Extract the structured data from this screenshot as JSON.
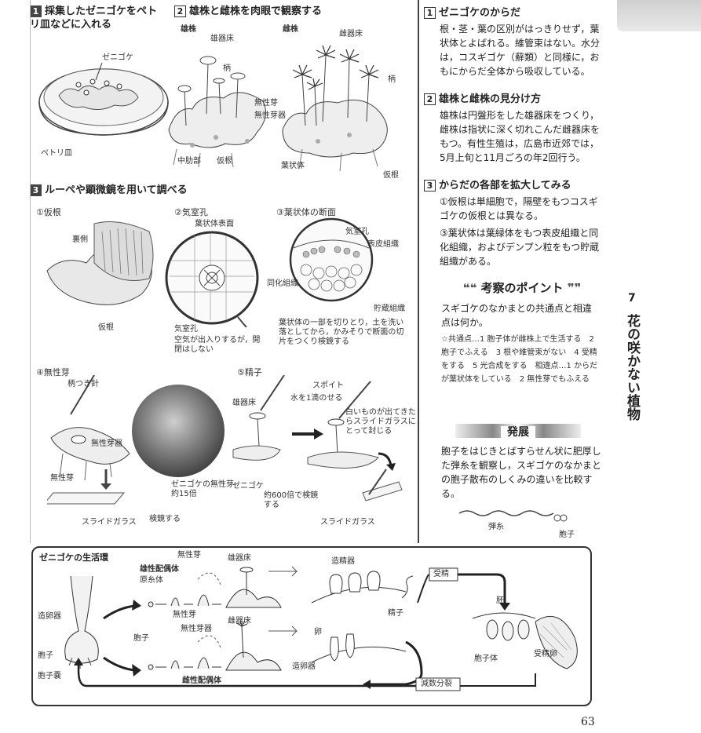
{
  "steps": {
    "s1": {
      "num": "1",
      "title": "採集したゼニゴケをペトリ皿などに入れる",
      "labels": {
        "zenigoke": "ゼニゴケ",
        "petri": "ペトリ皿"
      }
    },
    "s2": {
      "num": "2",
      "title": "雄株と雌株を肉眼で観察する",
      "male": "雄株",
      "female": "雌株",
      "labels": {
        "male_receptacle": "雄器床",
        "stalk": "柄",
        "midrib": "中肋部",
        "rhizoid": "仮根",
        "female_receptacle": "雌器床",
        "stalk2": "柄",
        "gemmae": "無性芽",
        "gemma_cup": "無性芽器",
        "thallus": "葉状体",
        "rhizoid2": "仮根"
      }
    },
    "s3": {
      "num": "3",
      "title": "ルーペや顕微鏡を用いて調べる",
      "sub1": "①仮根",
      "sub1_labels": {
        "back": "裏側",
        "rhizoid": "仮根"
      },
      "sub2": "②気室孔",
      "sub2_labels": {
        "surface": "葉状体表面",
        "pore": "気室孔",
        "note": "空気が出入りするが，開閉はしない"
      },
      "sub3": "③葉状体の断面",
      "sub3_labels": {
        "pore": "気室孔",
        "epidermis": "表皮組織",
        "assim": "同化組織",
        "storage": "貯蔵組織",
        "note": "葉状体の一部を切りとり，土を洗い落としてから，かみそりで断面の切片をつくり検鏡する"
      },
      "sub4": "④無性芽",
      "sub4_labels": {
        "needle": "柄つき針",
        "gemma_cup": "無性芽器",
        "gemmae": "無性芽",
        "slide": "スライドガラス",
        "observe": "検鏡する",
        "photo_caption": "ゼニゴケの無性芽　約15倍"
      },
      "sub5": "⑤精子",
      "sub5_labels": {
        "male_receptacle": "雄器床",
        "pipette": "スポイト",
        "water": "水を1滴のせる",
        "white": "白いものが出てきたらスライドガラスにとって封じる",
        "zenigoke": "ゼニゴケ",
        "mag": "約600倍で検鏡する",
        "slide": "スライドガラス"
      }
    }
  },
  "right": {
    "r1": {
      "num": "1",
      "title": "ゼニゴケのからだ",
      "body": "根・茎・葉の区別がはっきりせず，葉状体とよばれる。維管束はない。水分は，コスギゴケ（蘚類）と同様に，おもにからだ全体から吸収している。"
    },
    "r2": {
      "num": "2",
      "title": "雄株と雌株の見分け方",
      "body": "雄株は円盤形をした雄器床をつくり，雌株は指状に深く切れこんだ雌器床をもつ。有性生殖は，広島市近郊では，5月上旬と11月ごろの年2回行う。"
    },
    "r3": {
      "num": "3",
      "title": "からだの各部を拡大してみる",
      "items": [
        "①仮根は単細胞で，隔壁をもつコスギゴケの仮根とは異なる。",
        "③葉状体は葉緑体をもつ表皮組織と同化組織，およびデンプン粒をもつ貯蔵組織がある。"
      ]
    },
    "kousatsu": {
      "title": "考察のポイント",
      "question": "スギゴケのなかまとの共通点と相違点は何か。",
      "answer": "☆共通点…1 胞子体が雌株上で生活する　2 胞子でふえる　3 根や維管束がない　4 受精をする　5 光合成をする　相違点…1 からだが葉状体をしている　2 無性芽でもふえる"
    },
    "hatten": {
      "title": "発展",
      "body": "胞子をはじきとばすらせん状に肥厚した弾糸を観察し，スギゴケのなかまとの胞子散布のしくみの違いを比較する。",
      "labels": {
        "elater": "弾糸",
        "spore": "胞子"
      }
    }
  },
  "side": {
    "chapter": "7",
    "title": "花の咲かない植物"
  },
  "lifecycle": {
    "title": "ゼニゴケの生活環",
    "labels": {
      "gemmae": "無性芽",
      "male_gameto": "雄性配偶体",
      "protonema": "原糸体",
      "male_receptacle": "雄器床",
      "antheridium": "造精器",
      "fert": "受精",
      "gemmae2": "無性芽",
      "gemma_cup": "無性芽器",
      "female_receptacle": "雌器床",
      "sperm": "精子",
      "egg": "卵",
      "archegonium": "造卵器",
      "spore": "胞子",
      "female_gameto": "雌性配偶体",
      "archegonium2": "造卵器",
      "spore2": "胞子",
      "sporangium": "胞子嚢",
      "embryo": "胚",
      "sporophyte": "胞子体",
      "zygote": "受精卵",
      "meiosis": "減数分裂"
    }
  },
  "page_number": "63"
}
